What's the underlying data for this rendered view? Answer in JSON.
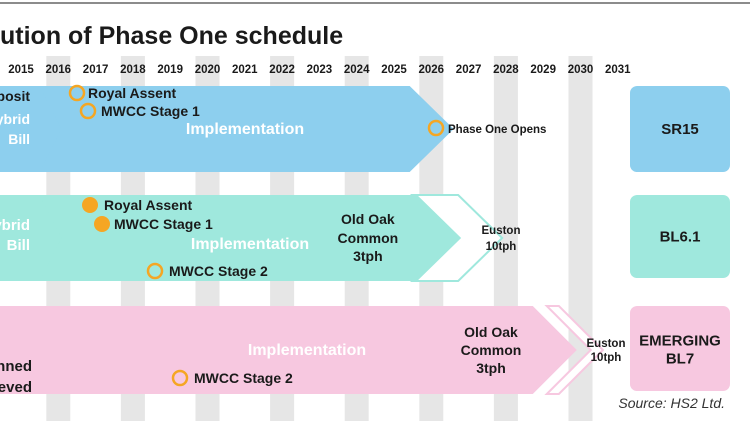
{
  "title": "ution of Phase One schedule",
  "source": "Source: HS2 Ltd.",
  "colors": {
    "blue": "#8dcfee",
    "teal": "#9fe8dd",
    "pink": "#f7c8e0",
    "marker": "#f5a623",
    "column": "#e6e6e6"
  },
  "chart_data": {
    "type": "gantt",
    "title": "ution of Phase One schedule",
    "x_axis_years": [
      2015,
      2016,
      2017,
      2018,
      2019,
      2020,
      2021,
      2022,
      2023,
      2024,
      2025,
      2026,
      2027,
      2028,
      2029,
      2030,
      2031
    ],
    "rows": [
      {
        "name": "SR15",
        "color": "#8dcfee",
        "pre_phase": [
          "Deposit",
          "Hybrid",
          "Bill"
        ],
        "phase_label": "Implementation",
        "implementation_start": 2016.3,
        "implementation_end": 2026.6,
        "end_labels": [],
        "end_label_year": null,
        "milestones": [
          {
            "label": "Royal Assent",
            "year": 2016.9,
            "filled": false
          },
          {
            "label": "MWCC Stage 1",
            "year": 2017.2,
            "filled": false
          },
          {
            "label": "Phase One Opens",
            "year": 2026.4,
            "filled": false
          }
        ]
      },
      {
        "name": "BL6.1",
        "color": "#9fe8dd",
        "pre_phase": [
          "Hybrid",
          "Bill"
        ],
        "phase_label": "Implementation",
        "implementation_start": 2016.3,
        "implementation_end": 2026.8,
        "end_labels": [
          "Old Oak",
          "Common",
          "3tph"
        ],
        "end_label_year": 2024.3,
        "milestones": [
          {
            "label": "Royal Assent",
            "year": 2017.2,
            "filled": true
          },
          {
            "label": "MWCC Stage 1",
            "year": 2017.5,
            "filled": true
          },
          {
            "label": "MWCC Stage 2",
            "year": 2019.0,
            "filled": false
          }
        ],
        "extension": {
          "start": 2026.3,
          "end": 2027.9,
          "labels": [
            "Euston",
            "10tph"
          ]
        }
      },
      {
        "name": "EMERGING BL7",
        "color": "#f7c8e0",
        "pre_phase": [
          "lanned",
          "Achieved"
        ],
        "phase_label": "Implementation",
        "implementation_start": 2016.3,
        "implementation_end": 2029.9,
        "end_labels": [
          "Old Oak",
          "Common",
          "3tph"
        ],
        "end_label_year": 2027.6,
        "milestones": [
          {
            "label": "MWCC Stage 2",
            "year": 2019.6,
            "filled": false
          }
        ],
        "extension": {
          "start": 2029.9,
          "end": 2030.6,
          "labels": [
            "Euston",
            "10tph"
          ]
        }
      }
    ],
    "phase_badges": [
      "SR15",
      "BL6.1",
      [
        "EMERGING",
        "BL7"
      ]
    ]
  }
}
